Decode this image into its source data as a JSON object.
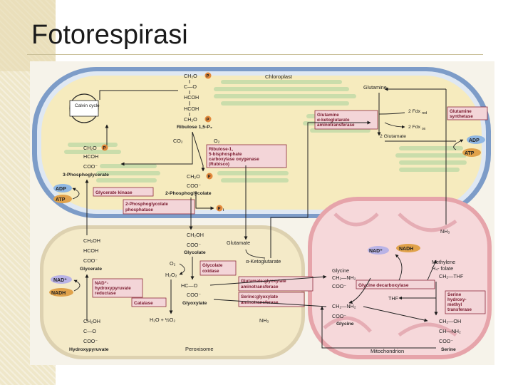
{
  "slide": {
    "title": "Fotorespirasi"
  },
  "compartments": {
    "chloroplast": "Chloroplast",
    "peroxisome": "Peroxisome",
    "mitochondrion": "Mitochondrion"
  },
  "chloroplast": {
    "rubp": {
      "c1": "CH₂O",
      "c2": "C—O",
      "c3": "HCOH",
      "c4": "HCOH",
      "c5": "CH₂O",
      "name": "Ribulose 1,5-P₂"
    },
    "p_badge": "P",
    "calvin": "Calvin cycle",
    "co2": "CO₂",
    "o2": "O₂",
    "pga": {
      "c1": "CH₂O",
      "c2": "HCOH",
      "c3": "COO⁻",
      "name": "3-Phosphoglycerate"
    },
    "rubisco": [
      "Ribulose-1,",
      "5-bisphosphate",
      "carboxylase oxygenase",
      "(Rubisco)"
    ],
    "pg": {
      "c1": "CH₂O",
      "c2": "COO⁻",
      "name": "2-Phosphoglycolate"
    },
    "glycerate_kinase": "Glycerate kinase",
    "pgp": [
      "2-Phosphoglycolate",
      "phosphatase"
    ],
    "adp": "ADP",
    "atp": "ATP",
    "pi": "P",
    "pi_sub": "i",
    "glutamine": "Glutamine",
    "gogat": [
      "Glutamine",
      "α-ketoglutarate",
      "aminotransferase"
    ],
    "gs": [
      "Glutamine",
      "synthetase"
    ],
    "fdx_red": "2 Fdx",
    "fdx_red_sub": "red",
    "fdx_ox": "2 Fdx",
    "fdx_ox_sub": "ox",
    "two_glutamate": "2 Glutamate"
  },
  "peroxisome": {
    "glycerate": {
      "c1": "CH₂OH",
      "c2": "HCOH",
      "c3": "COO⁻",
      "name": "Glycerate"
    },
    "nad_plus": "NAD⁺",
    "nadh": "NADH",
    "hpr": [
      "NAD⁺-",
      "hydroxypyruvate",
      "reductase"
    ],
    "hp": {
      "c1": "CH₂OH",
      "c2": "C—O",
      "c3": "COO⁻",
      "name": "Hydroxypyruvate"
    },
    "glycolate": {
      "c1": "CH₂OH",
      "c2": "COO⁻",
      "name": "Glycolate"
    },
    "o2": "O₂",
    "h2o2": "H₂O₂",
    "glycolate_oxidase": [
      "Glycolate",
      "oxidase"
    ],
    "catalase": "Catalase",
    "glyoxylate": {
      "c1": "HC—O",
      "c2": "COO⁻",
      "name": "Glyoxylate"
    },
    "water_o2": "H₂O + ½O₂",
    "glutamate": "Glutamate",
    "akg": "α-Ketoglutarate",
    "ggat": [
      "Glutamate:glyoxylate",
      "aminotransferase"
    ],
    "sgat": [
      "Serine:glyoxylate",
      "aminotransferase"
    ],
    "nh3": "NH₃"
  },
  "mitochondrion": {
    "nh3": "NH₃",
    "nad_plus": "NAD⁺",
    "nadh": "NADH",
    "methylene": [
      "Methylene",
      "H₄- folate"
    ],
    "glycine1": {
      "name": "Glycine",
      "c1": "CH₂—NH₂",
      "c2": "COO⁻"
    },
    "glycine2": {
      "c1": "CH₂—NH₂",
      "c2": "COO⁻",
      "name": "Glycine"
    },
    "gdc": "Glycine decarboxylase",
    "thf": "THF",
    "thf2": "CH₂—THF",
    "shmt": [
      "Serine",
      "hydroxy-",
      "methyl",
      "transferase"
    ],
    "serine": {
      "c1": "CH₂—OH",
      "c2": "CH—NH₂",
      "c3": "COO⁻",
      "name": "Serine"
    }
  }
}
